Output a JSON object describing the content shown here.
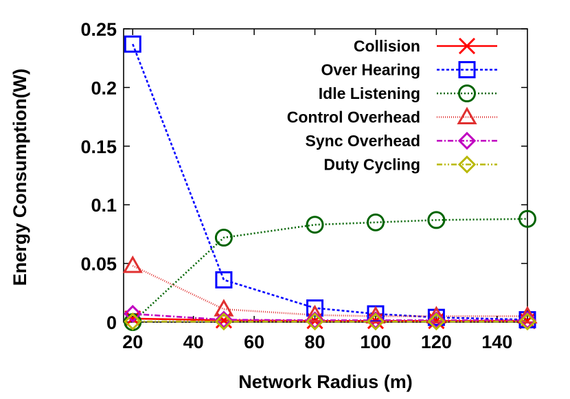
{
  "chart_data": {
    "type": "line",
    "title": "",
    "xlabel": "Network Radius (m)",
    "ylabel": "Energy Consumption(W)",
    "xlim": [
      17,
      150
    ],
    "ylim": [
      0,
      0.25
    ],
    "xticks": [
      20,
      40,
      60,
      80,
      100,
      120,
      140
    ],
    "xtick_labels": [
      "20",
      "40",
      "60",
      "80",
      100,
      "120",
      "140"
    ],
    "yticks": [
      0,
      0.05,
      0.1,
      0.15,
      0.2,
      0.25
    ],
    "ytick_labels": [
      "0",
      "0.05",
      "0.1",
      "0.15",
      "0.2",
      "0.25"
    ],
    "grid": false,
    "legend_position": "top-right",
    "x": [
      20,
      50,
      80,
      100,
      120,
      150
    ],
    "series": [
      {
        "name": "Collision",
        "color": "#ff0000",
        "marker": "x",
        "dash": "",
        "values": [
          0.003,
          0.0015,
          0.001,
          0.001,
          0.001,
          0.001
        ]
      },
      {
        "name": "Over Hearing",
        "color": "#0000ff",
        "marker": "square",
        "dash": "4,3",
        "values": [
          0.237,
          0.036,
          0.012,
          0.007,
          0.004,
          0.002
        ]
      },
      {
        "name": "Idle Listening",
        "color": "#006400",
        "marker": "circle",
        "dash": "2,3",
        "values": [
          0.0,
          0.072,
          0.083,
          0.085,
          0.087,
          0.088
        ]
      },
      {
        "name": "Control Overhead",
        "color": "#e03030",
        "marker": "triangle",
        "dash": "1,2",
        "values": [
          0.048,
          0.011,
          0.006,
          0.005,
          0.005,
          0.005
        ]
      },
      {
        "name": "Sync Overhead",
        "color": "#c000c0",
        "marker": "diamond",
        "dash": "8,3,2,3",
        "values": [
          0.007,
          0.002,
          0.0015,
          0.0015,
          0.0015,
          0.0015
        ]
      },
      {
        "name": "Duty Cycling",
        "color": "#b8b800",
        "marker": "diamond",
        "dash": "8,3,2,3,2,3",
        "values": [
          0.0005,
          0.0005,
          0.0005,
          0.0005,
          0.0005,
          0.0005
        ]
      }
    ]
  }
}
